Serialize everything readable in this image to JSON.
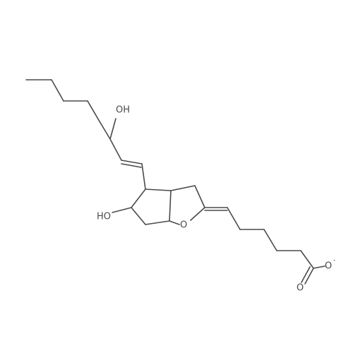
{
  "structure": {
    "bond_color": "#4a4a4a",
    "labels": {
      "hydroxyl_top": "OH",
      "hydroxyl_ring": "HO",
      "ring_oxygen": "O",
      "carbonyl_oxygen": "O",
      "carboxylate_oxygen": "O",
      "carboxylate_charge": "-"
    }
  }
}
